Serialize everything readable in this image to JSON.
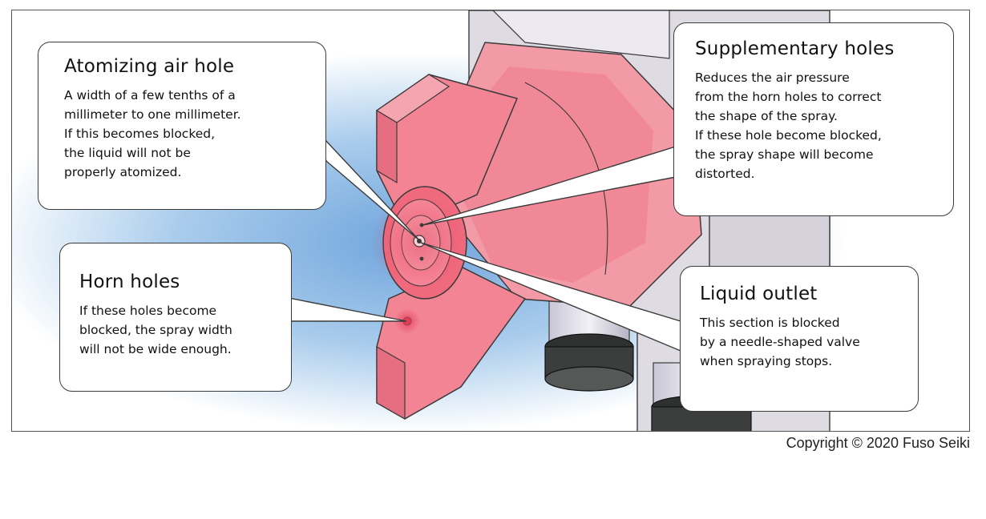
{
  "callouts": {
    "atomizing_air_hole": {
      "title": "Atomizing air hole",
      "lines": [
        "A width of a few tenths of a",
        "millimeter to one millimeter.",
        "If this becomes blocked,",
        "the liquid will not be",
        "properly atomized."
      ]
    },
    "supplementary_holes": {
      "title": "Supplementary holes",
      "lines": [
        "Reduces the air pressure",
        "from the horn holes to correct",
        "the shape of the spray.",
        "If these hole become blocked,",
        "the spray shape will become",
        "distorted."
      ]
    },
    "horn_holes": {
      "title": "Horn holes",
      "lines": [
        "If these holes become",
        "blocked, the spray width",
        "will not be wide enough."
      ]
    },
    "liquid_outlet": {
      "title": "Liquid outlet",
      "lines": [
        "This section is blocked",
        "by a needle-shaped valve",
        "when spraying stops."
      ]
    }
  },
  "copyright": "Copyright © 2020 Fuso Seiki",
  "colors": {
    "nozzle_pink": "#f07a8a",
    "nozzle_hot": "#e8425f",
    "background_blue": "#a9ccec",
    "machine_gray": "#d9d6de",
    "outline": "#3a3a3a"
  }
}
